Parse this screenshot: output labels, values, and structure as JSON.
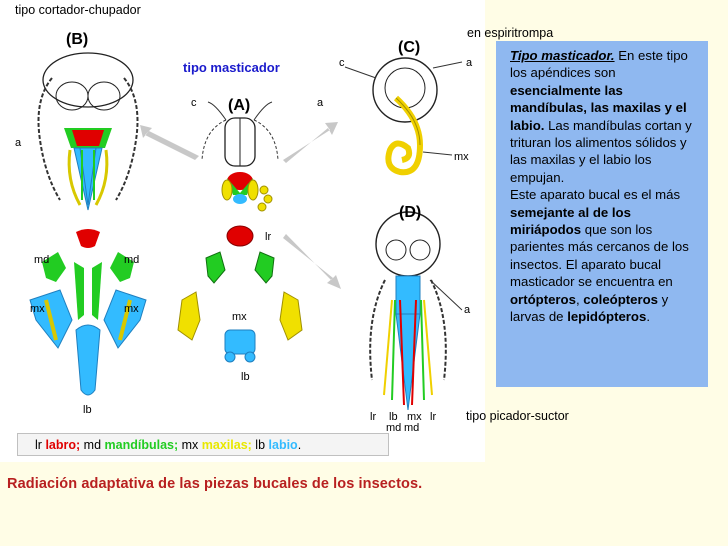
{
  "labels": {
    "top_left": "tipo cortador-chupador",
    "top_right": "en espiritrompa",
    "center": "tipo masticador",
    "bottom_right": "tipo picador-suctor"
  },
  "panels": {
    "A": "(A)",
    "B": "(B)",
    "C": "(C)",
    "D": "(D)"
  },
  "part_labels": {
    "a": "a",
    "c": "c",
    "lr": "lr",
    "md": "md",
    "mx": "mx",
    "lb": "lb"
  },
  "info": {
    "lead": "Tipo masticador.",
    "t1": " En este tipo los apéndices son ",
    "b1": "esencialmente las mandíbulas, las maxilas y el labio.",
    "t2": " Las mandíbulas cortan y trituran los alimentos sólidos y las maxilas y el labio los empujan.",
    "t3": "Este aparato bucal es el más ",
    "b2": "semejante al de los miriápodos",
    "t4": " que son los parientes más cercanos de los insectos. El aparato bucal masticador se encuentra en ",
    "b3": "ortópteros",
    "t5": ", ",
    "b4": "coleópteros",
    "t6": " y larvas de ",
    "b5": "lepidópteros",
    "t7": "."
  },
  "legend": {
    "lr_abbr": "lr",
    "lr_name": "labro;",
    "md_abbr": "md",
    "md_name": "mandíbulas;",
    "mx_abbr": "mx",
    "mx_name": "maxilas;",
    "lb_abbr": "lb",
    "lb_name": "labio",
    "end": "."
  },
  "caption": "Radiación adaptativa de las piezas bucales de los insectos.",
  "colors": {
    "labro": "#e00000",
    "mandibulas": "#22cc22",
    "maxilas": "#f0e000",
    "labio": "#33bbff",
    "info_bg": "#8fb8f0",
    "page_bg": "#fffde6",
    "caption": "#b82020"
  }
}
